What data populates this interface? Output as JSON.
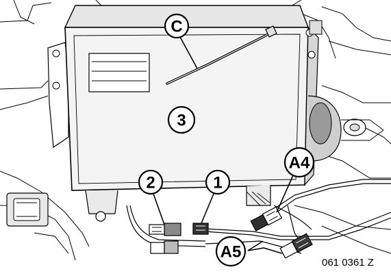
{
  "callouts": {
    "c": "C",
    "three": "3",
    "two": "2",
    "one": "1",
    "a4": "A4",
    "a5": "A5"
  },
  "reference_number": "061 0361 Z",
  "colors": {
    "line": "#000000",
    "background": "#ffffff",
    "shading": "#d0d0d0"
  }
}
